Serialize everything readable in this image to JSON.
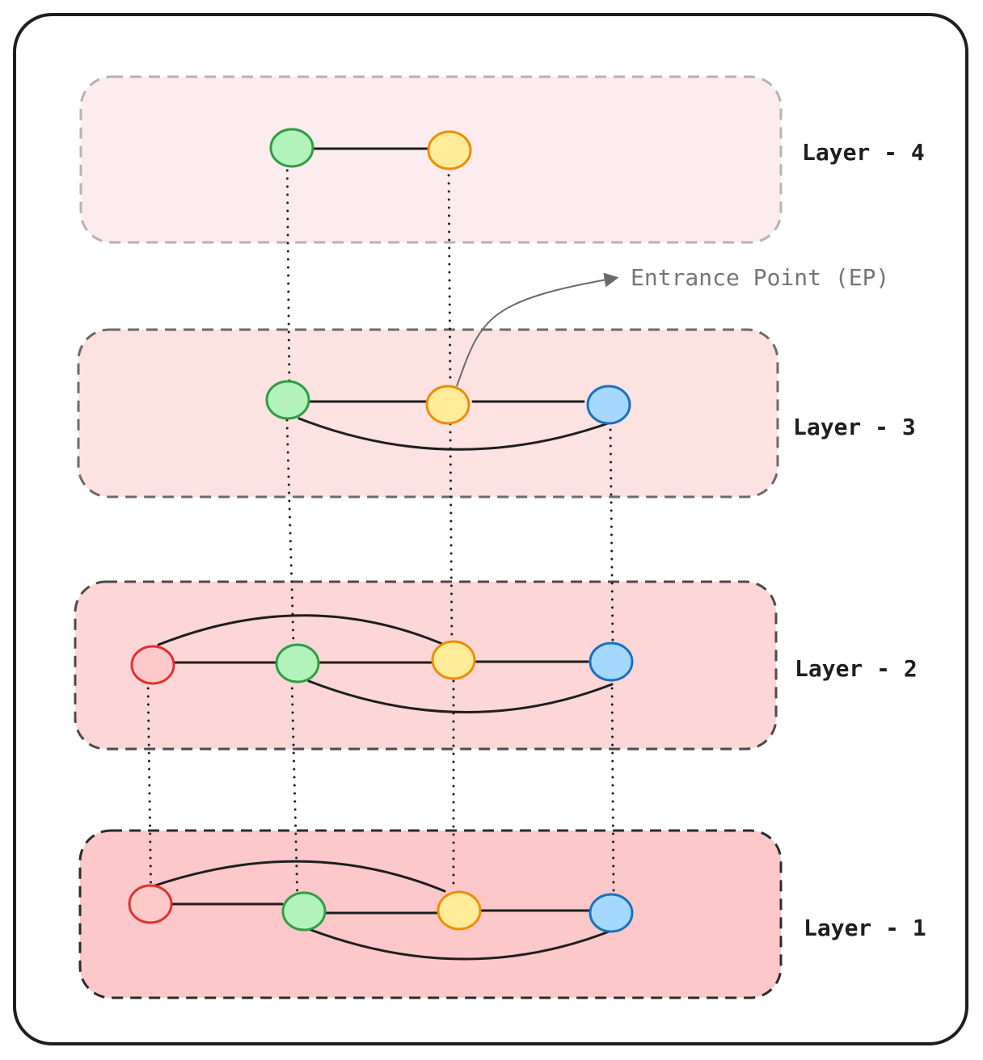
{
  "diagram": {
    "layers": [
      {
        "id": "layer-4",
        "label": "Layer - 4",
        "fill": "#fdeced",
        "stroke": "#b8b2b2",
        "nodes": [
          {
            "id": "n4-green",
            "kind": "green"
          },
          {
            "id": "n4-yellow",
            "kind": "yellow"
          }
        ],
        "edges": [
          {
            "from": "n4-green",
            "to": "n4-yellow",
            "curve": "straight"
          }
        ]
      },
      {
        "id": "layer-3",
        "label": "Layer - 3",
        "fill": "#fde2e2",
        "stroke": "#6e6a6a",
        "nodes": [
          {
            "id": "n3-green",
            "kind": "green"
          },
          {
            "id": "n3-yellow",
            "kind": "yellow"
          },
          {
            "id": "n3-blue",
            "kind": "blue"
          }
        ],
        "edges": [
          {
            "from": "n3-green",
            "to": "n3-yellow",
            "curve": "straight"
          },
          {
            "from": "n3-yellow",
            "to": "n3-blue",
            "curve": "straight"
          },
          {
            "from": "n3-green",
            "to": "n3-blue",
            "curve": "below"
          }
        ]
      },
      {
        "id": "layer-2",
        "label": "Layer - 2",
        "fill": "#fdd7d7",
        "stroke": "#4d4a4a",
        "nodes": [
          {
            "id": "n2-red",
            "kind": "red"
          },
          {
            "id": "n2-green",
            "kind": "green"
          },
          {
            "id": "n2-yellow",
            "kind": "yellow"
          },
          {
            "id": "n2-blue",
            "kind": "blue"
          }
        ],
        "edges": [
          {
            "from": "n2-red",
            "to": "n2-green",
            "curve": "straight"
          },
          {
            "from": "n2-green",
            "to": "n2-yellow",
            "curve": "straight"
          },
          {
            "from": "n2-yellow",
            "to": "n2-blue",
            "curve": "straight"
          },
          {
            "from": "n2-red",
            "to": "n2-yellow",
            "curve": "above"
          },
          {
            "from": "n2-green",
            "to": "n2-blue",
            "curve": "below"
          }
        ]
      },
      {
        "id": "layer-1",
        "label": "Layer - 1",
        "fill": "#fdc8c9",
        "stroke": "#2b2b2b",
        "nodes": [
          {
            "id": "n1-red",
            "kind": "red"
          },
          {
            "id": "n1-green",
            "kind": "green"
          },
          {
            "id": "n1-yellow",
            "kind": "yellow"
          },
          {
            "id": "n1-blue",
            "kind": "blue"
          }
        ],
        "edges": [
          {
            "from": "n1-red",
            "to": "n1-green",
            "curve": "straight"
          },
          {
            "from": "n1-green",
            "to": "n1-yellow",
            "curve": "straight"
          },
          {
            "from": "n1-yellow",
            "to": "n1-blue",
            "curve": "straight"
          },
          {
            "from": "n1-red",
            "to": "n1-yellow",
            "curve": "above"
          },
          {
            "from": "n1-green",
            "to": "n1-blue",
            "curve": "below"
          }
        ]
      }
    ],
    "vertical_links": [
      {
        "from": "n4-green",
        "to": "n3-green"
      },
      {
        "from": "n4-yellow",
        "to": "n3-yellow"
      },
      {
        "from": "n3-green",
        "to": "n2-green"
      },
      {
        "from": "n3-yellow",
        "to": "n2-yellow"
      },
      {
        "from": "n3-blue",
        "to": "n2-blue"
      },
      {
        "from": "n2-red",
        "to": "n1-red"
      },
      {
        "from": "n2-green",
        "to": "n1-green"
      },
      {
        "from": "n2-yellow",
        "to": "n1-yellow"
      },
      {
        "from": "n2-blue",
        "to": "n1-blue"
      }
    ],
    "annotation": {
      "text": "Entrance Point (EP)",
      "points_from": "n3-yellow",
      "color": "#757575"
    },
    "node_colors": {
      "green": {
        "fill": "#b2f2bb",
        "stroke": "#2f9e44"
      },
      "yellow": {
        "fill": "#ffec99",
        "stroke": "#f08c00"
      },
      "blue": {
        "fill": "#a5d8ff",
        "stroke": "#1971c2"
      },
      "red": {
        "fill": "#ffc9c9",
        "stroke": "#e03131"
      }
    },
    "colors": {
      "frame_stroke": "#1e1e1e",
      "edge_stroke": "#1e1e1e",
      "background": "#ffffff"
    }
  }
}
